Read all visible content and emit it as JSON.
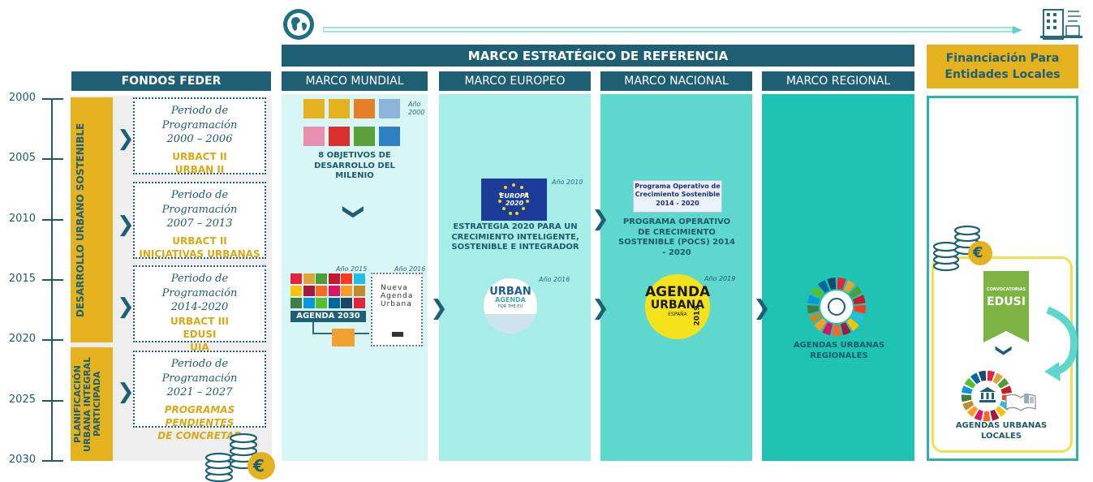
{
  "top": {
    "marco_title": "MARCO ESTRATÉGICO DE REFERENCIA",
    "financiacion_title": "Financiación Para Entidades Locales",
    "fondos_title": "FONDOS FEDER"
  },
  "axis": {
    "years": [
      "2000",
      "2005",
      "2010",
      "2015",
      "2020",
      "2025",
      "2030"
    ]
  },
  "bands": {
    "desarrollo": "DESARROLLO URBANO SOSTENIBLE",
    "planificacion": "PLANIFICACIÓN URBANA INTEGRAL PARTICIPADA"
  },
  "periods": [
    {
      "title1": "Periodo de Programación",
      "title2": "2000 – 2006",
      "programs": [
        "URBACT II",
        "URBAN II"
      ]
    },
    {
      "title1": "Periodo de Programación",
      "title2": "2007 – 2013",
      "programs": [
        "URBACT II",
        "INICIATIVAS URBANAS"
      ]
    },
    {
      "title1": "Periodo de Programación",
      "title2": "2014-2020",
      "programs": [
        "URBACT III",
        "EDUSI",
        "UIA"
      ]
    },
    {
      "title1": "Periodo de Programación",
      "title2": "2021 – 2027",
      "programs": [
        "PROGRAMAS PENDIENTES",
        "DE CONCRETAR"
      ]
    }
  ],
  "columns": {
    "mundial": {
      "header": "MARCO MUNDIAL",
      "year_2000": "Año 2000",
      "odm_caption": "8 OBJETIVOS DE DESARROLLO DEL MILENIO",
      "year_2015": "Año 2015",
      "year_2016": "Año 2016",
      "agenda2030": "AGENDA 2030",
      "nau_lines": [
        "Nueva",
        "Agenda",
        "Urbana"
      ]
    },
    "europeo": {
      "header": "MARCO EUROPEO",
      "year_2010": "Año 2010",
      "europa_flag_text": "EUROPA 2020",
      "caption": "ESTRATEGIA 2020 PARA UN CRECIMIENTO INTELIGENTE, SOSTENIBLE E INTEGRADOR",
      "year_2016": "Año 2016",
      "urban_agenda_title": "URBAN",
      "urban_agenda_sub": "AGENDA",
      "urban_agenda_sub2": "FOR THE EU"
    },
    "nacional": {
      "header": "MARCO NACIONAL",
      "pocs_box_line1": "Programa Operativo de",
      "pocs_box_line2": "Crecimiento Sostenible",
      "pocs_box_line3": "2014 - 2020",
      "caption": "PROGRAMA OPERATIVO DE CRECIMIENTO SOSTENIBLE (POCS) 2014 - 2020",
      "year_2019": "Año 2019",
      "agenda_word": "AGENDA",
      "urbana_word": "URBANA",
      "espana_word": "ESPAÑA",
      "year_num": "2019"
    },
    "regional": {
      "header": "MARCO REGIONAL",
      "caption": "AGENDAS URBANAS REGIONALES"
    }
  },
  "financiacion": {
    "ribbon_small": "CONVOCATORIAS",
    "ribbon_big": "EDUSI",
    "caption": "AGENDAS URBANAS LOCALES",
    "euro_symbol": "€"
  },
  "fondos_euro": "€",
  "colors": {
    "dark_teal": "#1f5f73",
    "gold": "#e3b21e",
    "mundial_bg": "#d7f6f5",
    "europeo_bg": "#a6ece7",
    "nacional_bg": "#5ed8cd",
    "regional_bg": "#1ec3b4",
    "frame": "#2cb3a8"
  },
  "icons": [
    "globe-icon",
    "building-icon",
    "chevron-right-icon",
    "chevron-down-icon",
    "coins-icon",
    "euro-icon"
  ]
}
